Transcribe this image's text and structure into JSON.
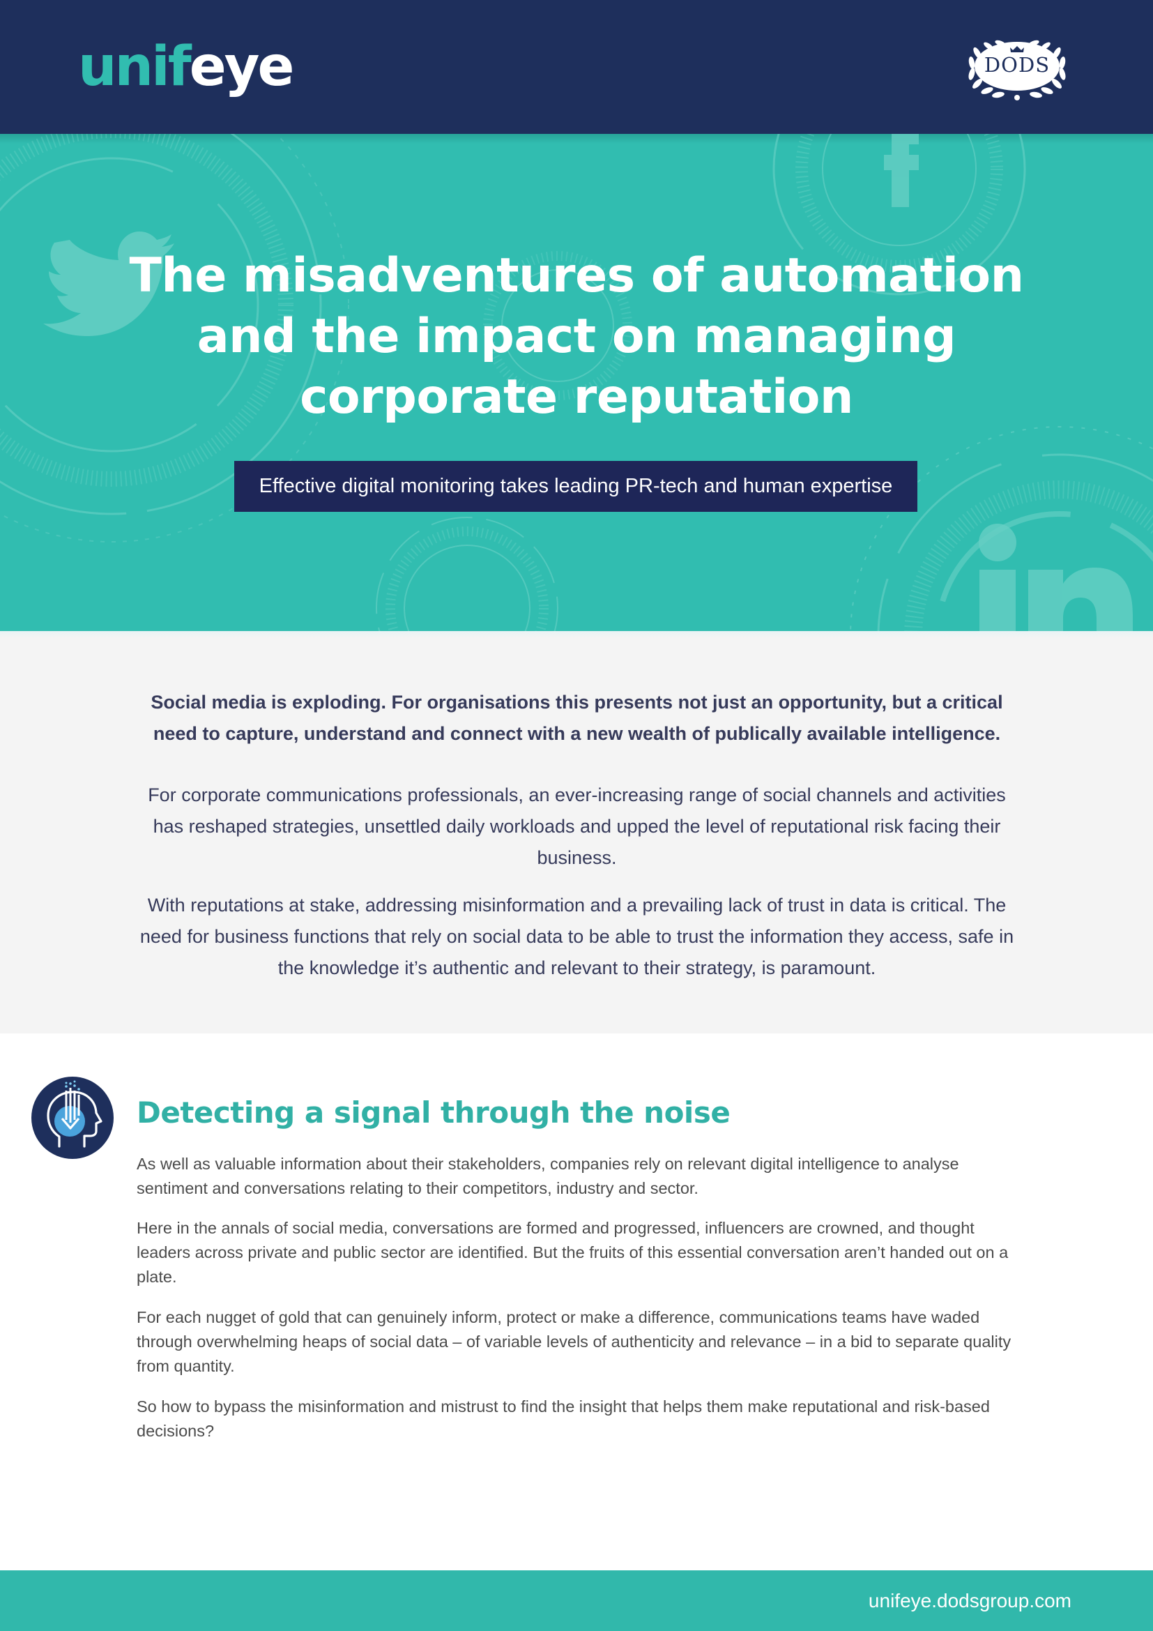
{
  "header": {
    "logo": {
      "part1": "unif",
      "part2": "eye"
    },
    "partner_logo": "DODS"
  },
  "hero": {
    "title_lines": [
      "The misadventures of automation",
      "and the impact on managing",
      "corporate reputation"
    ],
    "subtitle": "Effective digital monitoring takes leading PR-tech and human expertise",
    "background_icons": [
      "twitter-icon",
      "facebook-icon",
      "linkedin-icon"
    ]
  },
  "intro": {
    "lead": "Social media is exploding. For organisations this presents not just an opportunity, but a critical need to capture, understand and connect with a new wealth of publically available intelligence.",
    "paragraphs": [
      "For corporate communications professionals, an ever-increasing range of social channels and activities has reshaped strategies, unsettled daily workloads and upped the level of reputational risk facing their business.",
      "With reputations at stake, addressing misinformation and a prevailing lack of trust in data is critical. The need for business functions that rely on social data to be able to trust the information they access, safe in the knowledge it’s authentic and relevant to their strategy, is paramount."
    ]
  },
  "section": {
    "icon": "head-download-icon",
    "title": "Detecting a signal through the noise",
    "paragraphs": [
      "As well as valuable information about their stakeholders, companies rely on relevant digital intelligence to analyse sentiment and conversations relating to their competitors, industry and sector.",
      "Here in the annals of social media, conversations are formed and progressed, influencers are crowned, and thought leaders across private and public sector are identified. But the fruits of this essential conversation aren’t handed out on a plate.",
      "For each nugget of gold that can genuinely inform, protect or make a difference, communications teams have waded through overwhelming heaps of social data – of variable levels of authenticity and relevance – in a bid to separate quality from quantity.",
      "So how to bypass the misinformation and mistrust to find the insight that helps them make reputational and risk-based decisions?"
    ]
  },
  "footer": {
    "url": "unifeye.dodsgroup.com"
  },
  "colors": {
    "navy": "#1e2f5c",
    "teal": "#31bdb0",
    "subtitle_bg": "#1e2658",
    "intro_bg": "#f4f4f4",
    "heading_teal": "#31b0a5"
  }
}
